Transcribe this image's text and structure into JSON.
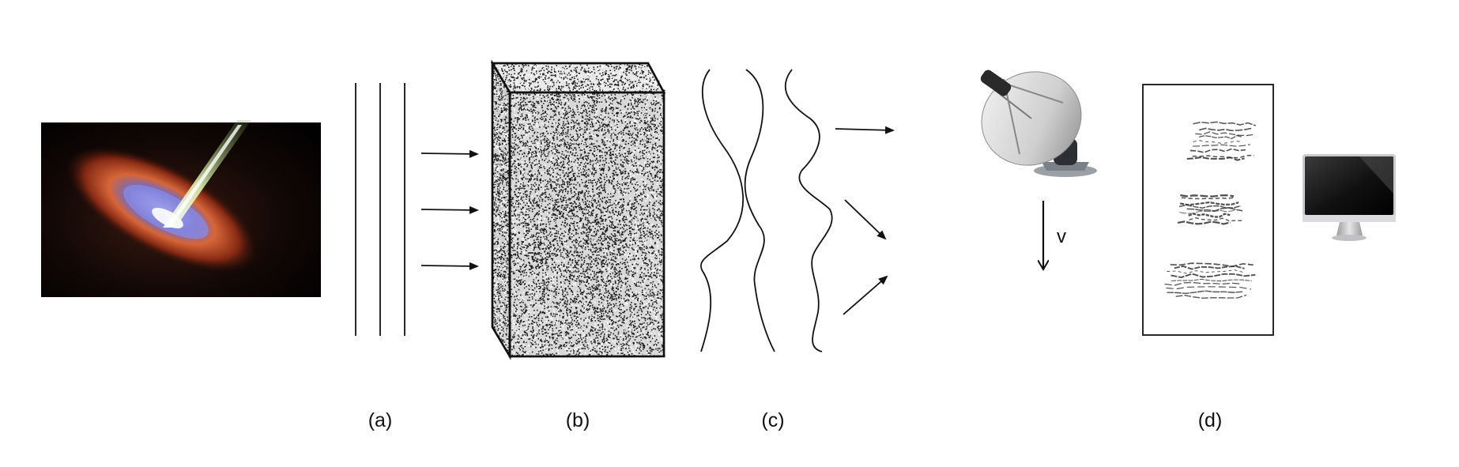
{
  "panels": [
    {
      "id": "a",
      "label": "(a)"
    },
    {
      "id": "b",
      "label": "(b)"
    },
    {
      "id": "c",
      "label": "(c)"
    },
    {
      "id": "d",
      "label": "(d)"
    }
  ],
  "velocity_label": "v",
  "icons": {
    "source": "black-hole-jet-icon",
    "medium": "scattering-screen-icon",
    "telescope": "radio-dish-icon",
    "data": "data-record-icon",
    "computer": "computer-monitor-icon"
  },
  "colors": {
    "line": "#111111",
    "jet": "#c8e6a0",
    "disk_hot": "#e05a2a",
    "disk_inner": "#7a7ad8"
  }
}
